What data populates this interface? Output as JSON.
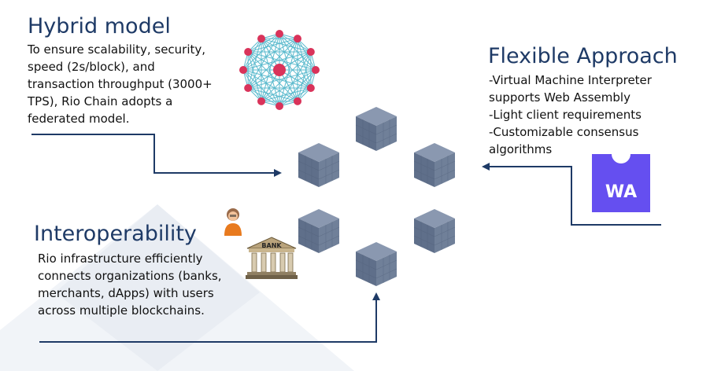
{
  "hybrid": {
    "title": "Hybrid model",
    "lines": [
      "To ensure scalability, security,",
      "speed (2s/block), and",
      "transaction throughput (3000+",
      "TPS), Rio Chain adopts a",
      "federated model."
    ]
  },
  "flexible": {
    "title": "Flexible Approach",
    "lines": [
      "-Virtual Machine Interpreter",
      "supports Web Assembly",
      "-Light client requirements",
      "-Customizable consensus",
      "algorithms"
    ]
  },
  "interop": {
    "title": "Interoperability",
    "lines": [
      "Rio infrastructure efficiently",
      "connects organizations (banks,",
      "merchants, dApps) with users",
      "across multiple blockchains."
    ]
  },
  "wa_badge": {
    "label": "WA",
    "color": "#654ff0"
  },
  "bank_sign": "BANK",
  "colors": {
    "title": "#1e3a66",
    "arrow": "#1e3a66",
    "cube": "#6f7f99",
    "node": "#d9335a",
    "edge": "#4ab3c8"
  },
  "icons": [
    "network-graph-icon",
    "person-icon",
    "bank-icon",
    "webassembly-icon",
    "blockchain-cube-icon"
  ]
}
